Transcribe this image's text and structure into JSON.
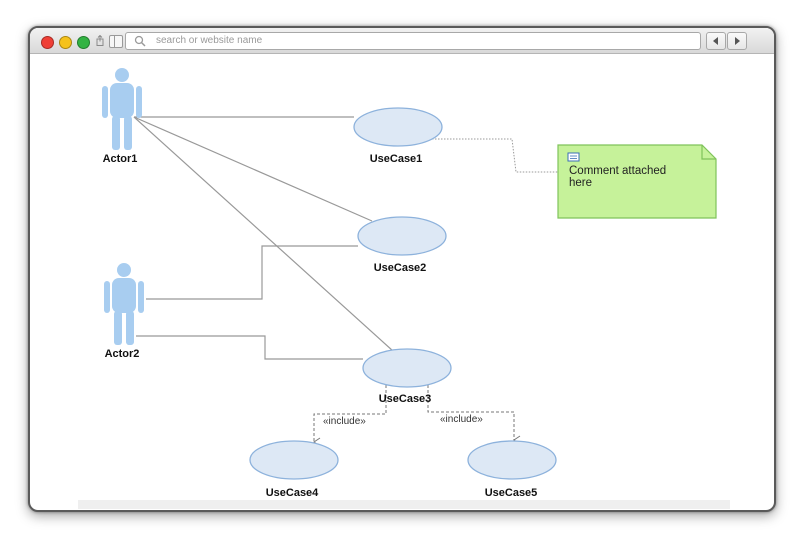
{
  "browser": {
    "address_placeholder": "search or website name"
  },
  "diagram": {
    "actors": [
      {
        "id": "actor1",
        "label": "Actor1"
      },
      {
        "id": "actor2",
        "label": "Actor2"
      }
    ],
    "use_cases": [
      {
        "id": "uc1",
        "label": "UseCase1"
      },
      {
        "id": "uc2",
        "label": "UseCase2"
      },
      {
        "id": "uc3",
        "label": "UseCase3"
      },
      {
        "id": "uc4",
        "label": "UseCase4"
      },
      {
        "id": "uc5",
        "label": "UseCase5"
      }
    ],
    "include_label": "«include»",
    "note": {
      "line1": "Comment attached",
      "line2": "here"
    }
  },
  "colors": {
    "actor": "#a8cdf0",
    "usecase_fill": "#dde8f5",
    "usecase_stroke": "#8db2dc",
    "note_fill": "#c6f29a",
    "note_stroke": "#7fc35a"
  }
}
